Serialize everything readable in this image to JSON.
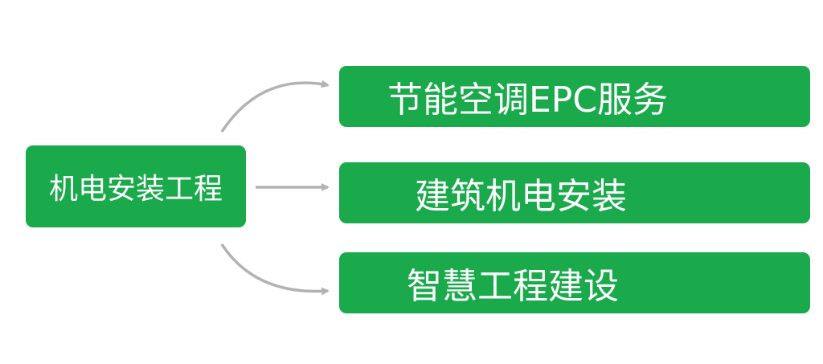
{
  "root": {
    "label": "机电安装工程"
  },
  "branches": [
    {
      "label": "节能空调EPC服务"
    },
    {
      "label": "建筑机电安装"
    },
    {
      "label": "智慧工程建设"
    }
  ],
  "colors": {
    "box_fill": "#1aaa4c",
    "box_text": "#ffffff",
    "arrow": "#b3b3b3"
  }
}
